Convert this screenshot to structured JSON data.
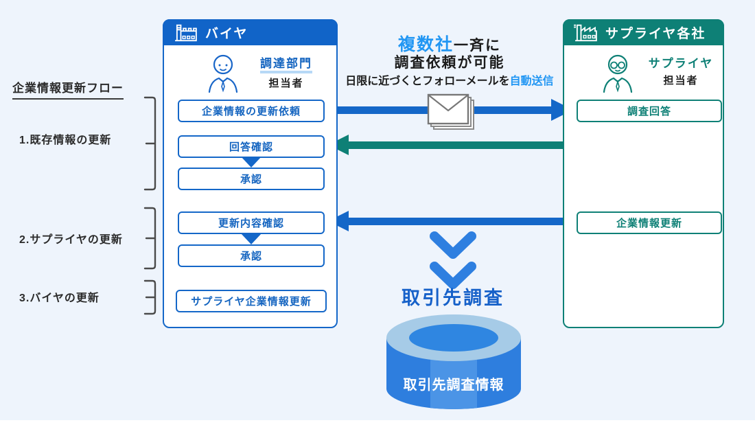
{
  "flow": {
    "title": "企業情報更新フロー",
    "labels": [
      "1.既存情報の更新",
      "2.サプライヤの更新",
      "3.バイヤの更新"
    ]
  },
  "buyer": {
    "header": "バイヤ",
    "role1": "調達部門",
    "role2": "担当者",
    "steps": [
      "企業情報の更新依頼",
      "回答確認",
      "承認",
      "更新内容確認",
      "承認",
      "サプライヤ企業情報更新"
    ]
  },
  "supplier": {
    "header": "サプライヤ各社",
    "role1": "サプライヤ",
    "role2": "担当者",
    "steps": [
      "調査回答",
      "企業情報更新"
    ]
  },
  "note": {
    "big_highlight": "複数社",
    "big_rest": "一斉に",
    "line2": "調査依頼が可能",
    "small_prefix": "日限に近づくとフォローメールを",
    "small_highlight": "自動送信"
  },
  "bottom": {
    "survey": "取引先調査",
    "database": "取引先調査情報"
  },
  "icons": {
    "buyer_header_icon": "factory-icon",
    "supplier_header_icon": "factory-icon",
    "buyer_person_icon": "person-icon",
    "supplier_person_icon": "person-with-glasses-icon",
    "mail_icon": "envelope-stack-icon",
    "down_icon": "double-chevron-down-icon",
    "database_icon": "database-cylinder"
  },
  "colors": {
    "background": "#EEF4FC",
    "buyer_blue": "#1164C8",
    "box_blue": "#1467C8",
    "text_blue": "#1565C0",
    "accent_blue": "#2196F3",
    "supplier_teal": "#0E8076",
    "chevron_blue": "#2E7FE0",
    "db_body_blue": "#2E7EDE",
    "db_top_light": "#A6CBE7",
    "white": "#FFFFFF"
  }
}
